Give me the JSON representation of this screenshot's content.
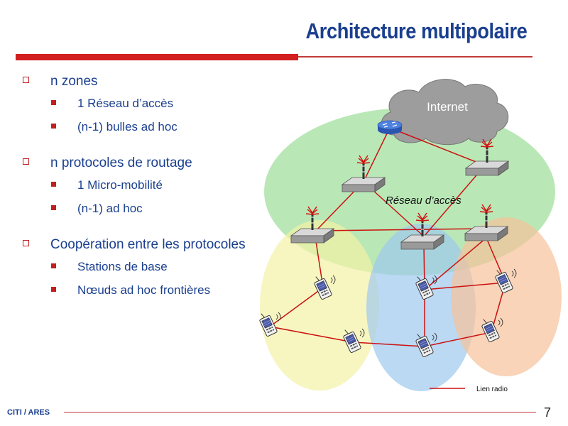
{
  "slide": {
    "title": "Architecture multipolaire",
    "footer": "CITI / ARES",
    "page_number": "7"
  },
  "bullets": [
    {
      "text": "n zones",
      "sub": [
        "1 Réseau d’accès",
        "(n-1) bulles ad hoc"
      ]
    },
    {
      "text": "n protocoles de routage",
      "sub": [
        "1 Micro-mobilité",
        "(n-1) ad hoc"
      ]
    },
    {
      "text": "Coopération entre les protocoles",
      "sub": [
        "Stations de base",
        "Nœuds ad hoc frontières"
      ]
    }
  ],
  "diagram": {
    "internet_label": "Internet",
    "access_network_label": "Réseau d’accès",
    "legend_label": "Lien radio",
    "colors": {
      "access_zone": "#7fd67a",
      "bubble_yellow": "#f3f2a6",
      "bubble_blue": "#9ec9ee",
      "bubble_orange": "#f6c29a",
      "cloud": "#9d9d9d",
      "link": "#cc1111",
      "router": "#3b6fd3"
    }
  }
}
